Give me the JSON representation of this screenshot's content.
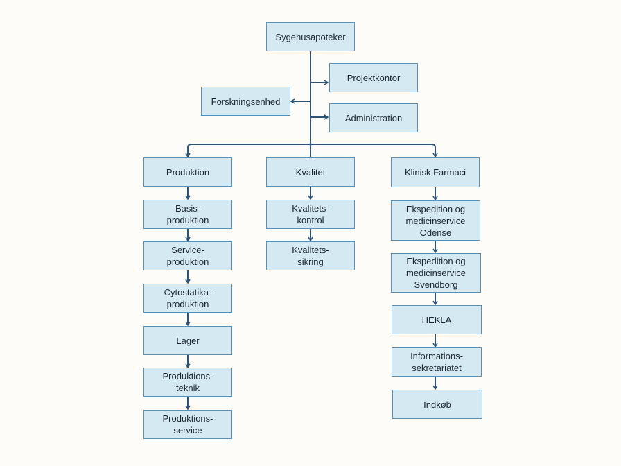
{
  "root": "Sygehusapoteker",
  "staff": {
    "projektkontor": "Projektkontor",
    "forskningsenhed": "Forskningsenhed",
    "administration": "Administration"
  },
  "departments": {
    "produktion": {
      "title": "Produktion",
      "units": [
        "Basis-\nproduktion",
        "Service-\nproduktion",
        "Cytostatika-\nproduktion",
        "Lager",
        "Produktions-\nteknik",
        "Produktions-\nservice"
      ]
    },
    "kvalitet": {
      "title": "Kvalitet",
      "units": [
        "Kvalitets-\nkontrol",
        "Kvalitets-\nsikring"
      ]
    },
    "klinisk_farmaci": {
      "title": "Klinisk Farmaci",
      "units": [
        "Ekspedition og\nmedicinservice\nOdense",
        "Ekspedition og\nmedicinservice\nSvendborg",
        "HEKLA",
        "Informations-\nsekretariatet",
        "Indkøb"
      ]
    }
  },
  "colors": {
    "box_fill": "#d4e9f1",
    "box_border": "#5b8fb3",
    "line": "#2c5378"
  }
}
